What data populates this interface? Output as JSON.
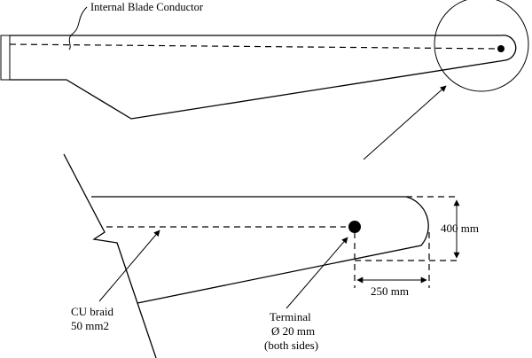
{
  "labels": {
    "internal_conductor": "Internal Blade Conductor",
    "cu_braid_line1": "CU braid",
    "cu_braid_line2": "50 mm2",
    "terminal_line1": "Terminal",
    "terminal_line2": "Ø 20 mm",
    "terminal_line3": "(both sides)",
    "dim_vertical": "400 mm",
    "dim_horizontal": "250 mm"
  }
}
